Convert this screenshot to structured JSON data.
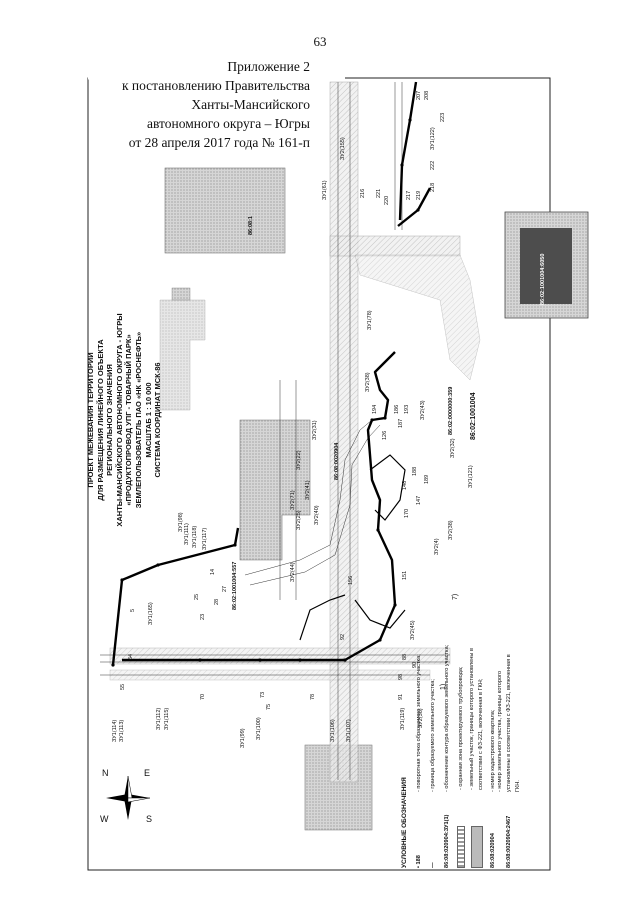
{
  "page_number": "63",
  "appendix": {
    "line1": "Приложение 2",
    "line2": "к постановлению Правительства",
    "line3": "Ханты-Мансийского",
    "line4": "автономного округа – Югры",
    "line5": "от 28 апреля 2017 года № 161-п"
  },
  "map_title": {
    "line1": "ПРОЕКТ МЕЖЕВАНИЯ ТЕРРИТОРИИ",
    "line2": "ДЛЯ РАЗМЕЩЕНИЯ ЛИНЕЙНОГО ОБЪЕКТА",
    "line3": "РЕГИОНАЛЬНОГО ЗНАЧЕНИЯ",
    "line4": "ХАНТЫ-МАНСИЙСКОГО АВТОНОМНОГО ОКРУГА - ЮГРЫ",
    "line5": "«ПРОДУКТОПРОВОД УПГ - ТОВАРНЫЙ ПАРК»",
    "line6": "ЗЕМЛЕПОЛЬЗОВАТЕЛЬ ПАО «НК «РОСНЕФТЬ»",
    "line7": "МАСШТАБ 1 : 10 000",
    "line8": "СИСТЕМА КООРДИНАТ МСК-86"
  },
  "legend": {
    "title": "УСЛОВНЫЕ ОБОЗНАЧЕНИЯ",
    "items": [
      {
        "code": "• 188",
        "text": "- поворотная точка образуемого земельного участка;"
      },
      {
        "code": "—",
        "text": "- граница образуемого земельного участка;"
      },
      {
        "code": "86:08:020904:ЗУ1(1)",
        "text": "- обозначение контура образуемого земельного участка;"
      },
      {
        "code": "",
        "text": "- охранная зона проектируемого трубопровода;"
      },
      {
        "code": "",
        "text": "- земельный участок, границы которого установлены в соответствии с ФЗ-221, включенная в ГКН;"
      },
      {
        "code": "86:08:020904",
        "text": "- номер кадастрового квартала;"
      },
      {
        "code": "86:08:0020904:2467",
        "text": "- номер земельного участка, границы которого установлены в соответствии с ФЗ-221, включенная в ГКН."
      }
    ]
  },
  "compass": {
    "n": "N",
    "s": "S",
    "e": "E",
    "w": "W"
  },
  "map_labels": {
    "cad1": "86:08:1",
    "cad2": "86:02:1001004:6050",
    "cad3": "86:02:1001004",
    "cad4": "86:02:0000000:359",
    "cad5": "86:08:0020904",
    "cad6": "86:02:1001004:557",
    "zu1": "ЗУ1(61)",
    "zu2": "ЗУ1(78)",
    "zu3": "ЗУ1(121)",
    "zu4": "ЗУ1(122)",
    "zu5": "ЗУ2(155)",
    "zu6": "ЗУ2(38)",
    "zu7": "ЗУ2(31)",
    "zu8": "ЗУ2(22)",
    "zu9": "ЗУ2(43)",
    "zu10": "ЗУ2(32)",
    "zu11": "ЗУ2(38)",
    "zu12": "ЗУ2(4)",
    "zu13": "ЗУ1(98)",
    "zu14": "ЗУ1(111)",
    "zu15": "ЗУ1(118)",
    "zu16": "ЗУ1(117)",
    "zu17": "ЗУ1(119)",
    "zu18": "ЗУ1(99)",
    "zu19": "ЗУ1(100)",
    "zu20": "ЗУ1(115)",
    "zu21": "ЗУ1(112)",
    "zu22": "ЗУ1(113)",
    "zu23": "ЗУ1(114)",
    "zu24": "ЗУ1(165)",
    "zu25": "ЗУ2(71)",
    "zu26": "ЗУ2(41)",
    "zu27": "ЗУ2(25)",
    "zu28": "ЗУ2(44)",
    "zu29": "ЗУ2(45)",
    "zu30": "ЗУ2(36)",
    "zu31": "ЗУ2(40)",
    "zu32": "ЗУ1(107)",
    "zu33": "ЗУ1(106)",
    "pt207": "207",
    "pt208": "208",
    "pt223": "223",
    "pt222": "222",
    "pt218": "218",
    "pt217": "217",
    "pt219": "219",
    "pt220": "220",
    "pt221": "221",
    "pt216": "216",
    "pt188": "188",
    "pt189": "189",
    "pt193": "193",
    "pt186": "186",
    "pt187": "187",
    "pt126": "126",
    "pt194": "194",
    "pt148": "148",
    "pt147": "147",
    "pt170": "170",
    "pt156": "156",
    "pt151": "151",
    "pt27": "27",
    "pt28": "28",
    "pt25": "25",
    "pt14": "14",
    "pt23": "23",
    "pt5": "5",
    "pt64": "64",
    "pt55": "55",
    "pt70": "70",
    "pt73": "73",
    "pt75": "75",
    "pt78": "78",
    "pt88": "88",
    "pt90": "90",
    "pt91": "91",
    "pt92": "92",
    "pt98": "98",
    "n1": "1)",
    "n7": "7)"
  }
}
